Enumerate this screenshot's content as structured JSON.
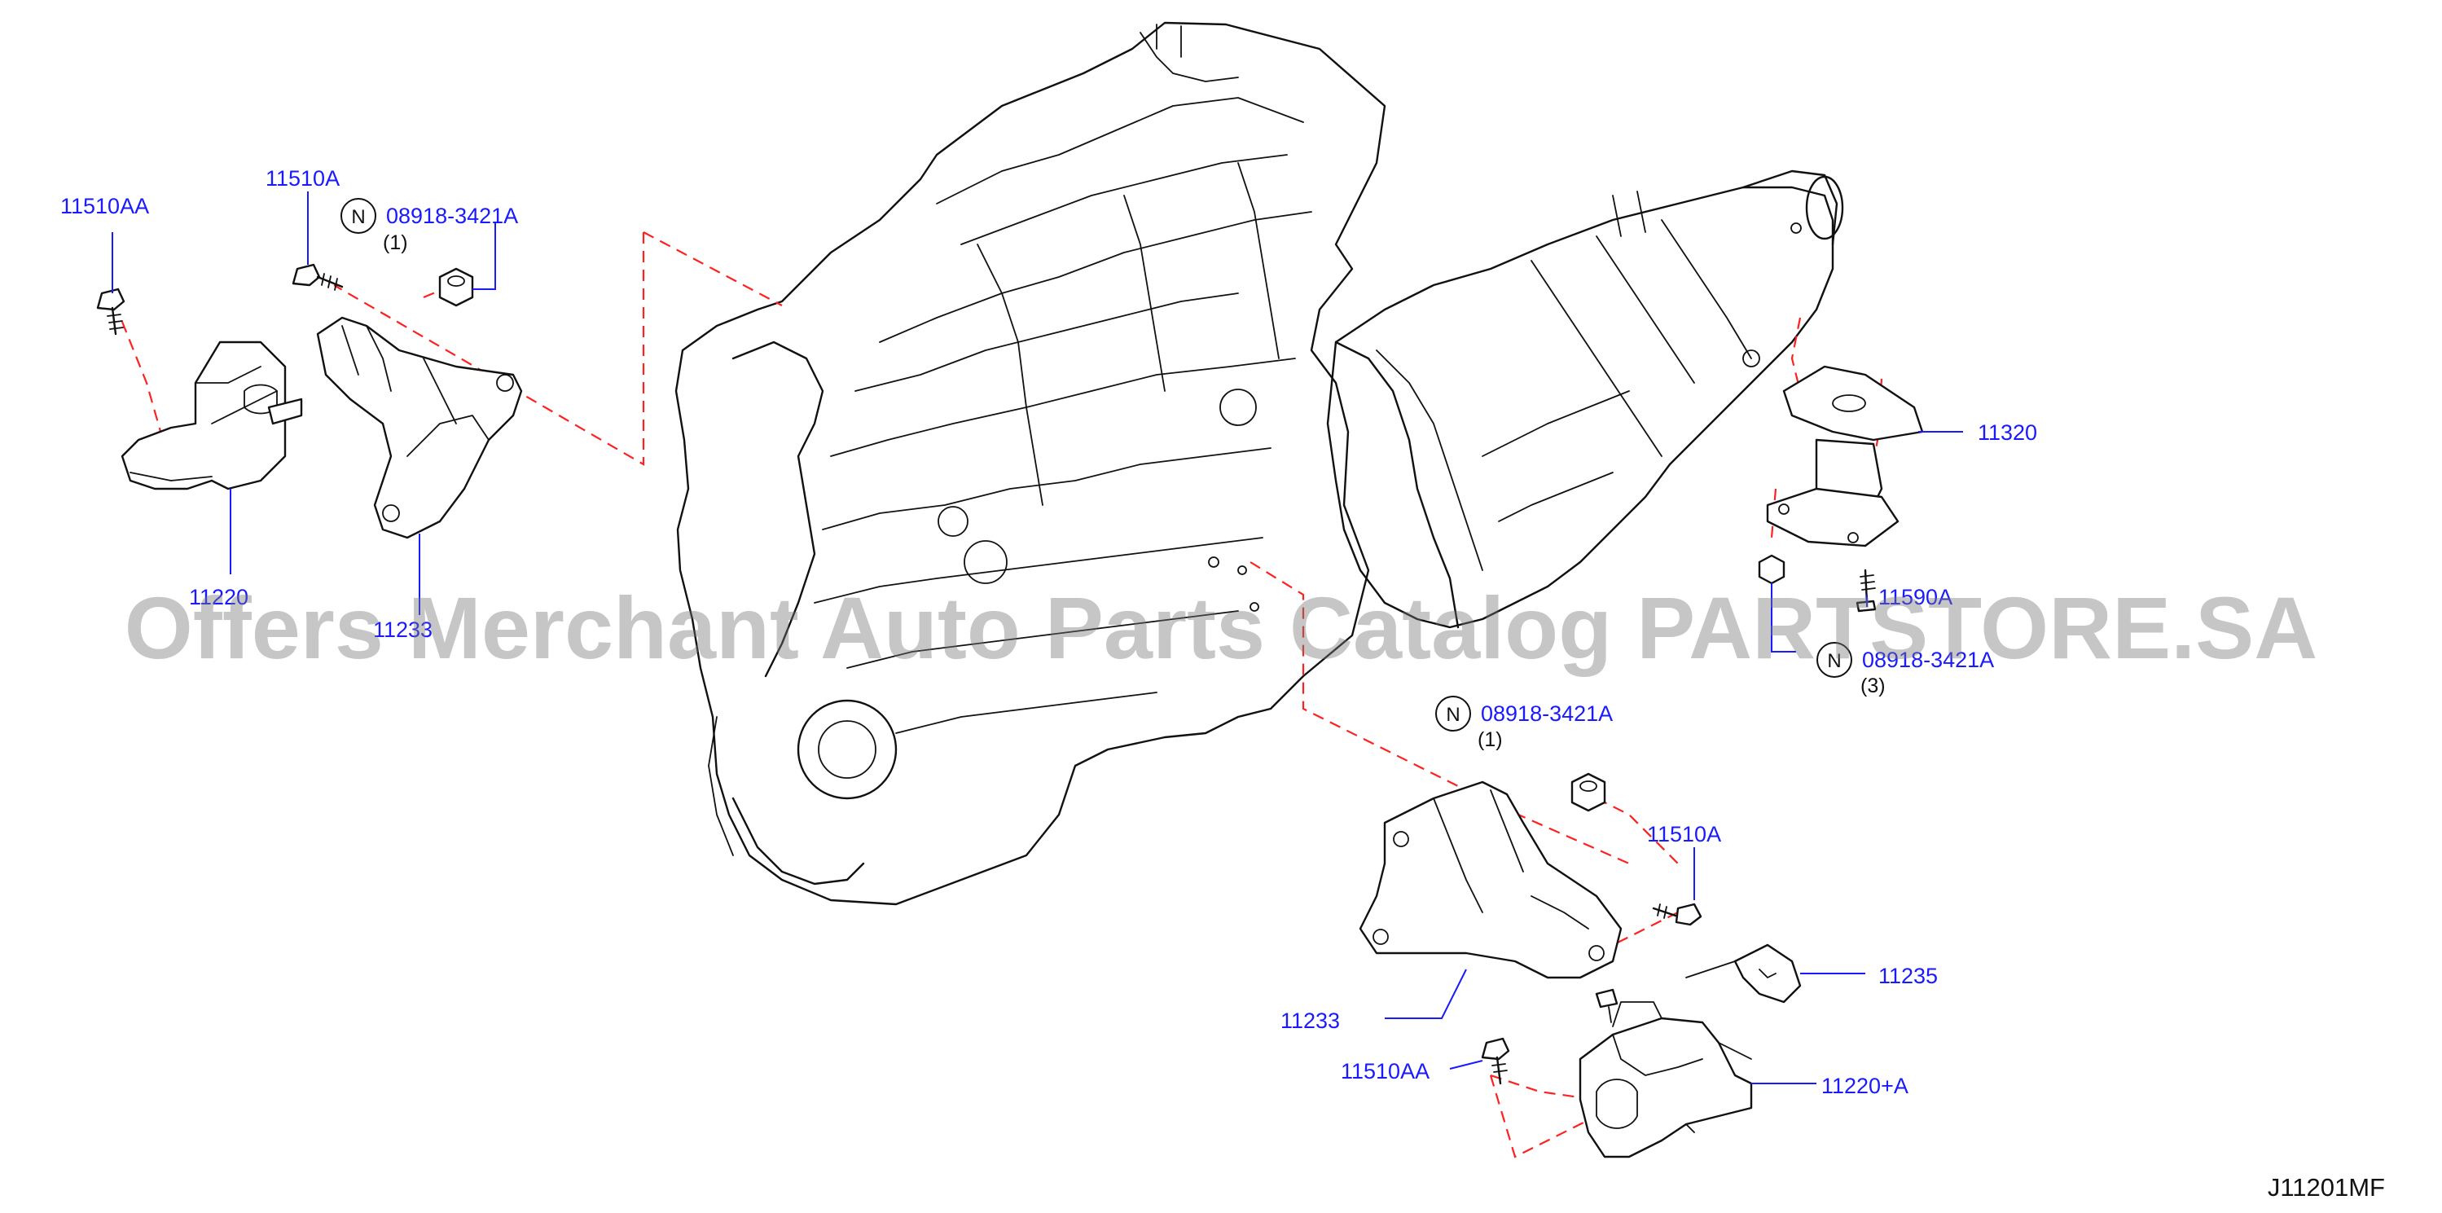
{
  "diagram": {
    "labels": {
      "l_11510aa_top": "11510AA",
      "l_11510a_top": "11510A",
      "l_nut_top": "08918-3421A",
      "l_qty_top": "(1)",
      "l_11220_left": "11220",
      "l_11233_left": "11233",
      "l_11320": "11320",
      "l_11590a": "11590A",
      "l_nut_right": "08918-3421A",
      "l_qty_right": "(3)",
      "l_nut_mid": "08918-3421A",
      "l_qty_mid": "(1)",
      "l_11510a_mid": "11510A",
      "l_11233_bottom": "11233",
      "l_11235": "11235",
      "l_11510aa_bottom": "11510AA",
      "l_11220a": "11220+A"
    },
    "n_mark": "N",
    "reference_code": "J11201MF",
    "watermark": "Offers Merchant Auto Parts Catalog PARTSTORE.SA",
    "colors": {
      "part_number": "#1a1aff",
      "dashed_line": "#ff2020",
      "line_art": "#111111"
    }
  }
}
